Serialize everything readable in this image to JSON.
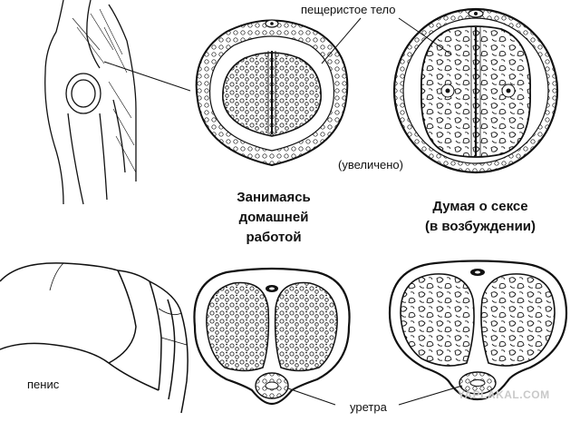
{
  "labels": {
    "cavernous_body": "пещеристое тело",
    "magnified": "(увеличено)",
    "state_housework": [
      "Занимаясь",
      "домашней",
      "работой"
    ],
    "state_arousal": [
      "Думая о сексе",
      "(в возбуждении)"
    ],
    "penis": "пенис",
    "urethra": "уретра"
  },
  "watermark": "YAPLAKAL.COM",
  "colors": {
    "ink": "#111111",
    "fill": "#ffffff",
    "watermark": "#c9c9c9"
  }
}
